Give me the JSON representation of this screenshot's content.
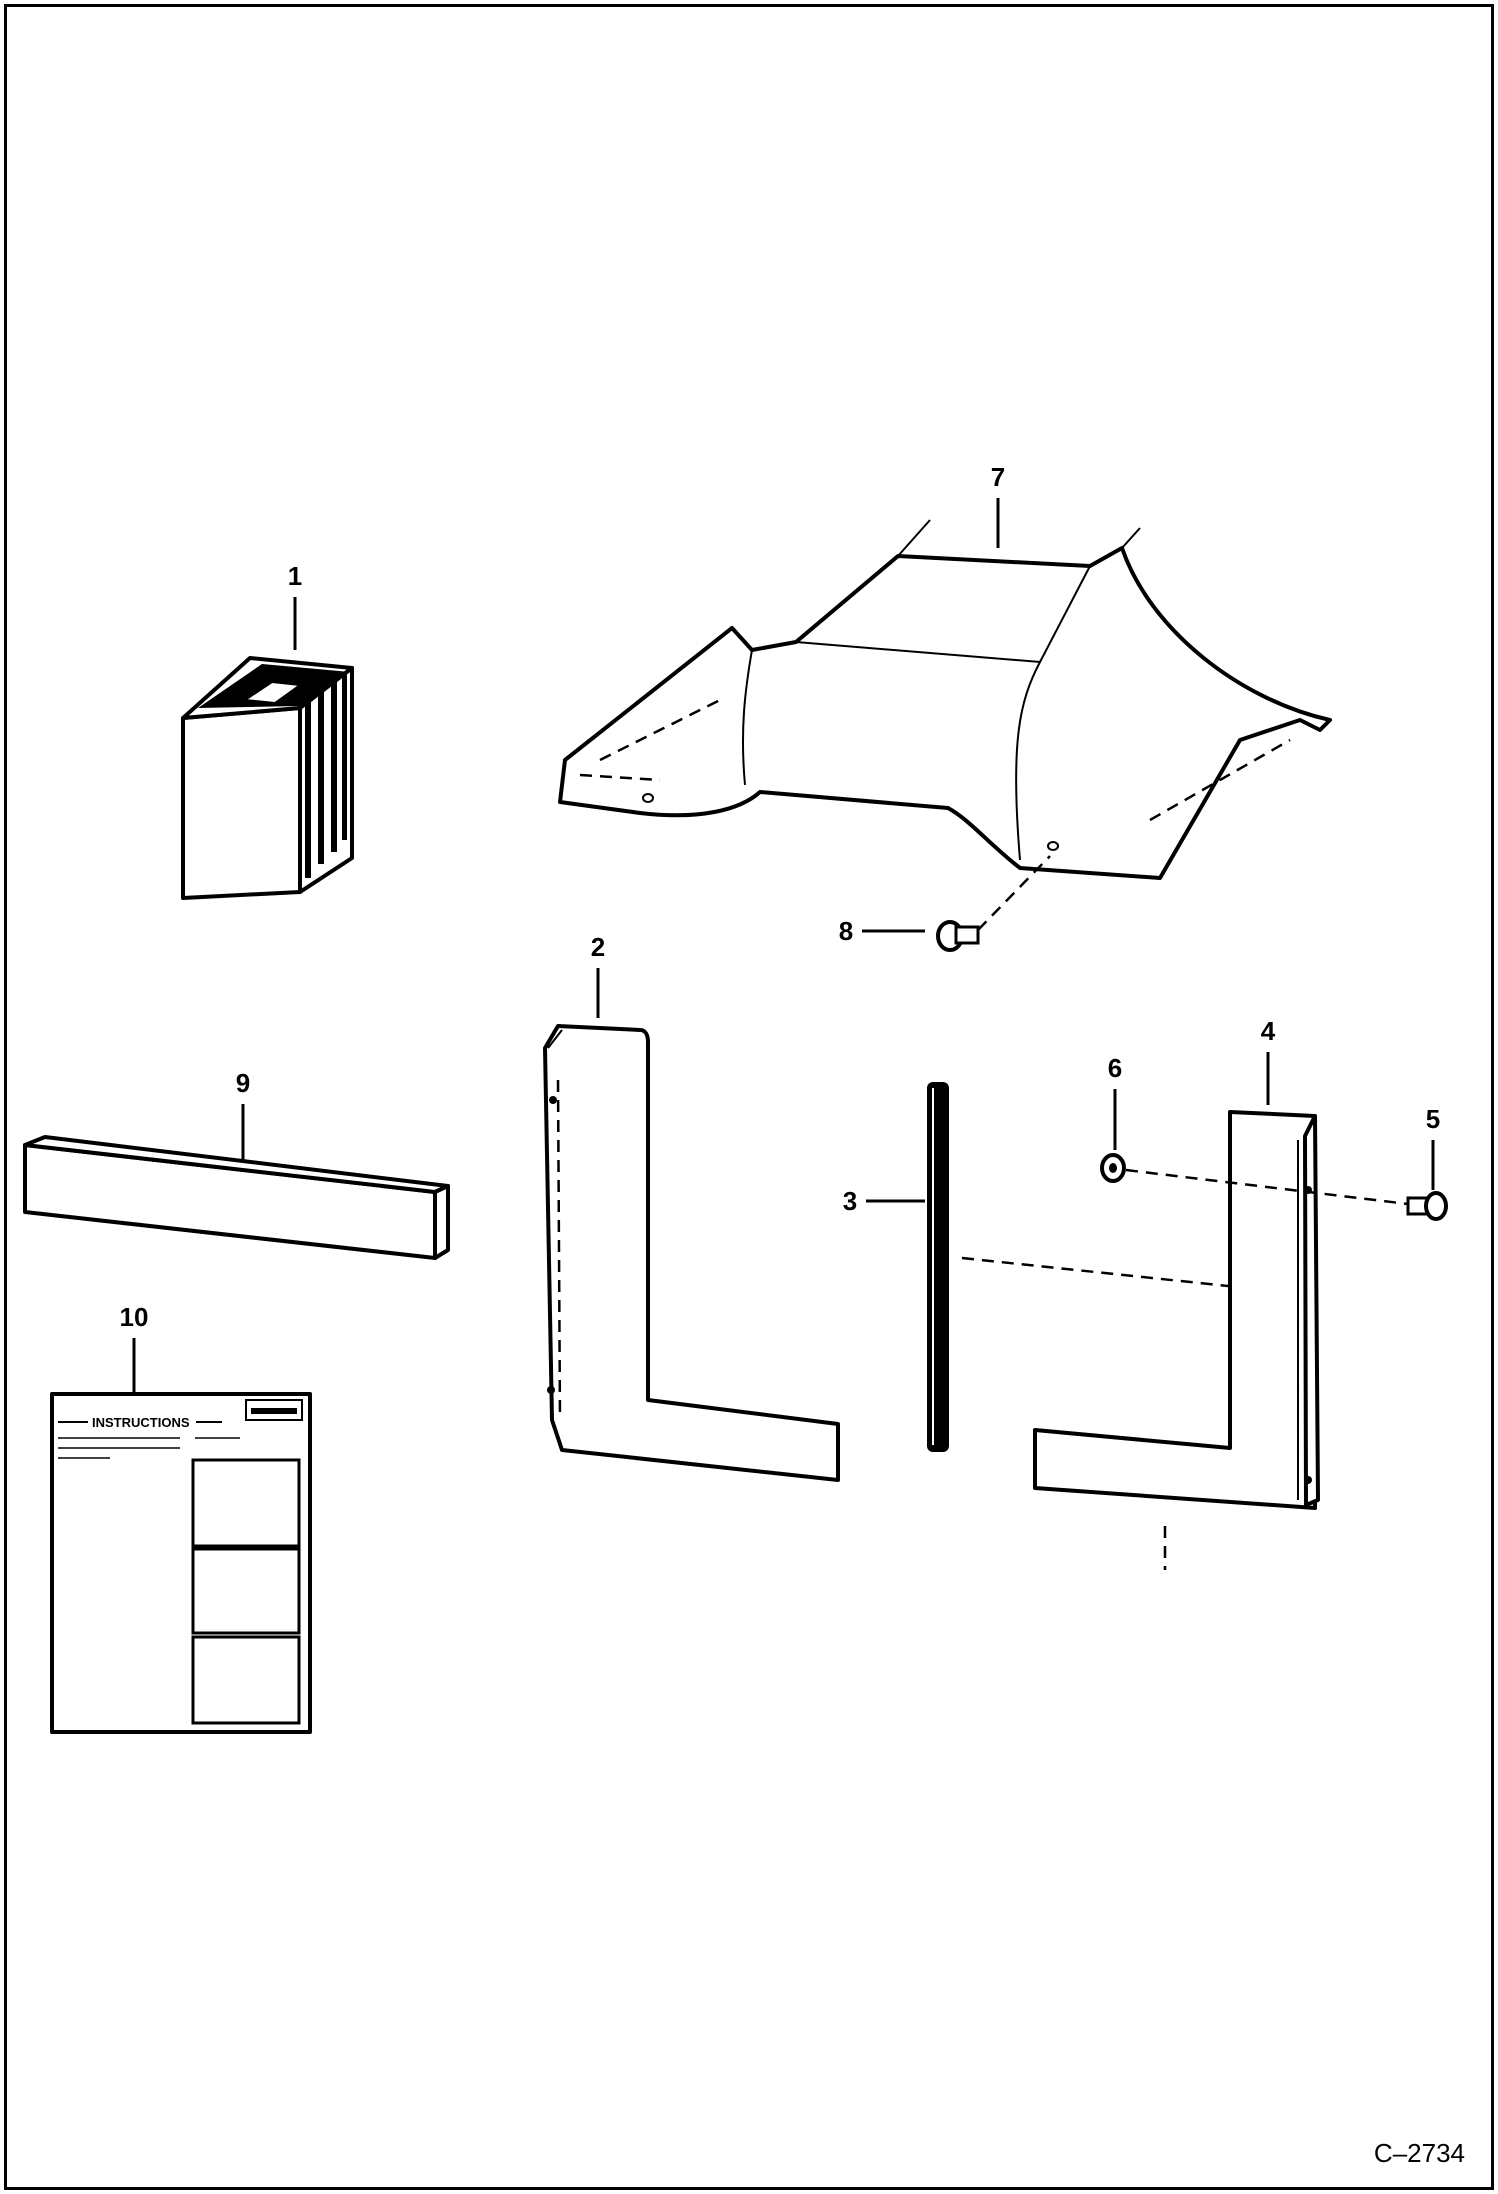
{
  "callouts": [
    "1",
    "2",
    "3",
    "4",
    "5",
    "6",
    "7",
    "8",
    "9",
    "10"
  ],
  "figure_id": "C–2734",
  "instructions_sheet": {
    "title": "INSTRUCTIONS"
  }
}
